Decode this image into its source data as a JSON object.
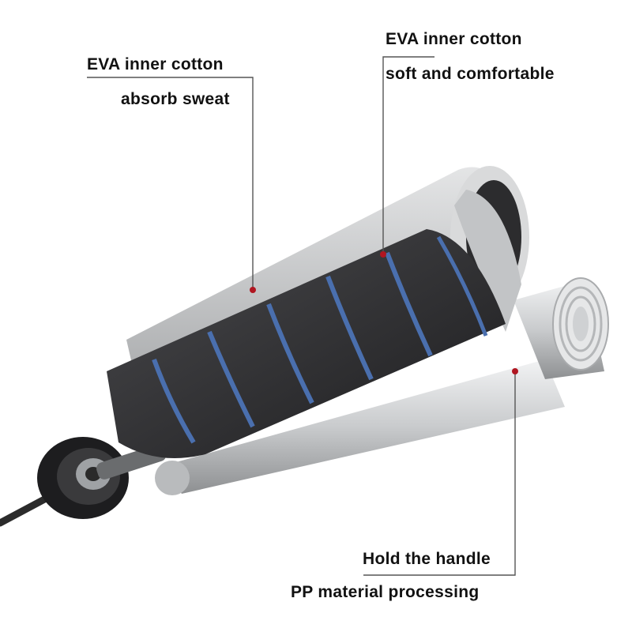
{
  "callouts": {
    "left_top": {
      "line1": "EVA inner cotton",
      "line2": "absorb sweat"
    },
    "right_top": {
      "line1": "EVA inner cotton",
      "line2": "soft and comfortable"
    },
    "bottom": {
      "line1": "Hold the handle",
      "line2": "PP material processing"
    }
  },
  "colors": {
    "foam": "#2a2a2c",
    "gap_blue": "#4a6fae",
    "inner_sleeve": "#bfc1c3",
    "handle_core": "#d2d4d6",
    "marker": "#b01621",
    "leader_line": "#555555"
  },
  "icons": [
    "rope-cable-icon",
    "bearing-cap-icon",
    "threaded-end-icon"
  ]
}
